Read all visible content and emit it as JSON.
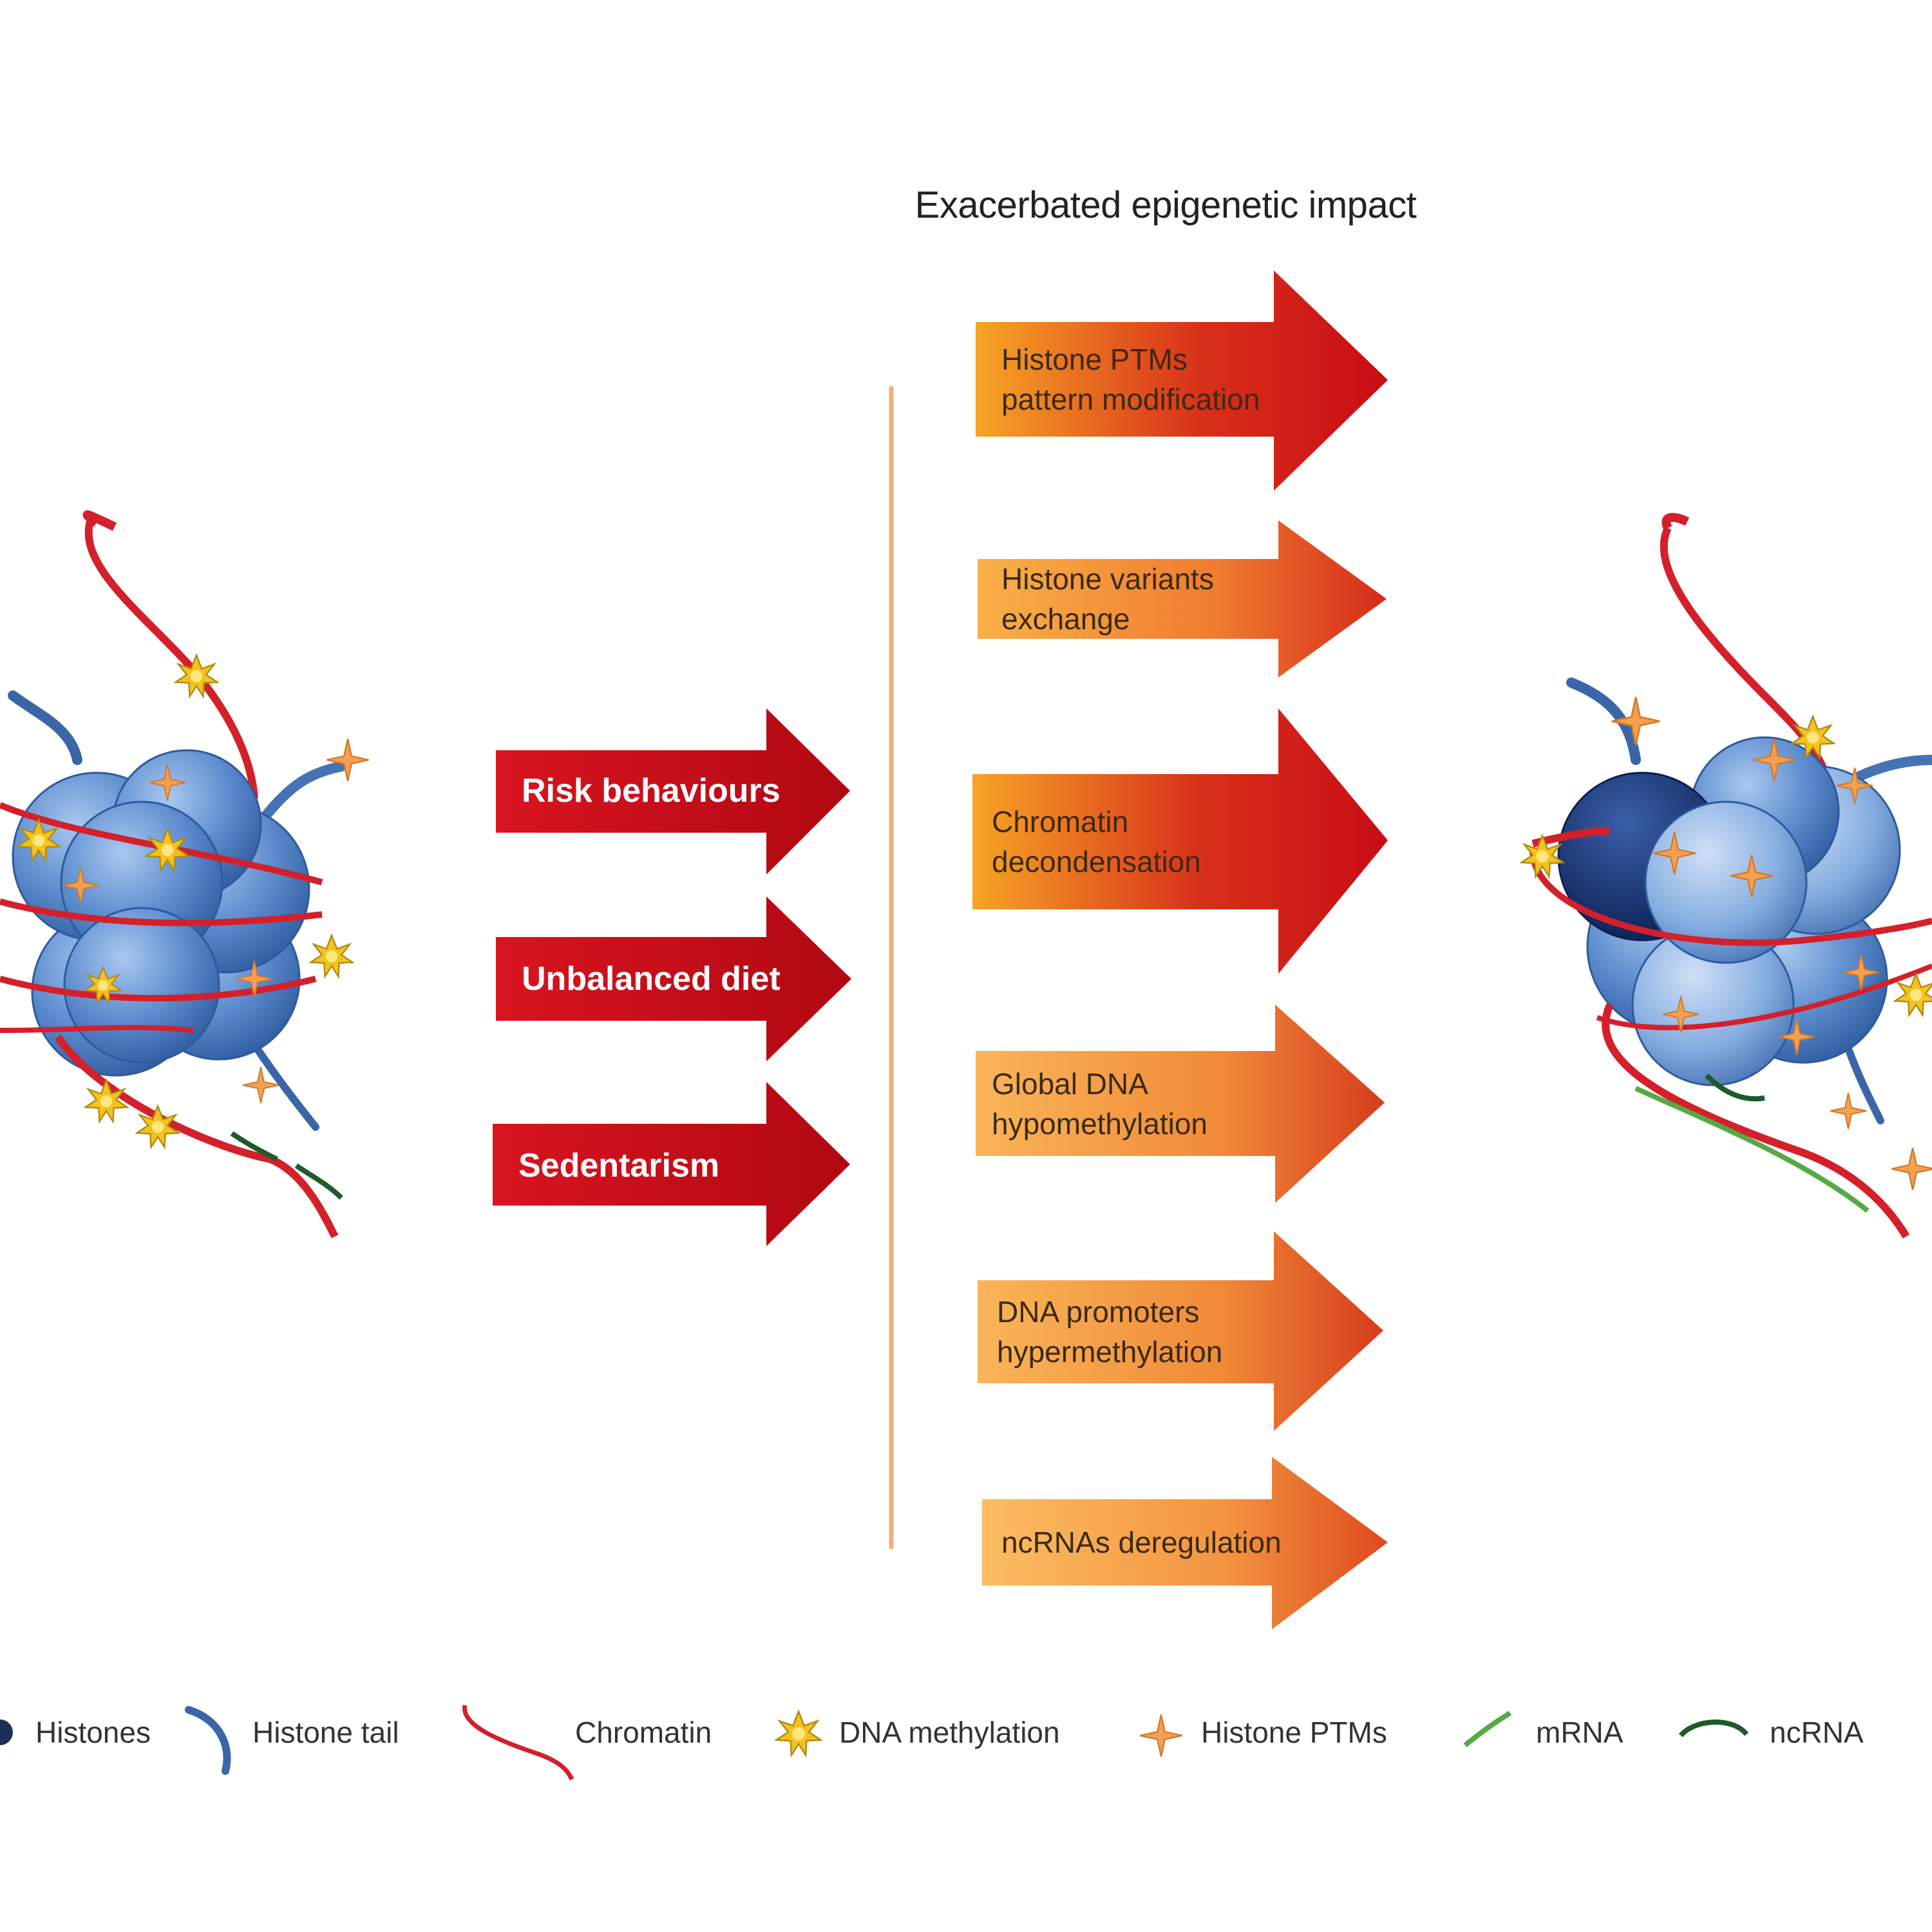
{
  "title": "Exacerbated epigenetic impact",
  "causes": [
    "Risk behaviours",
    "Unbalanced diet",
    "Sedentarism"
  ],
  "impacts": [
    [
      "Histone PTMs",
      "pattern modification"
    ],
    [
      "Histone variants",
      "exchange"
    ],
    [
      "Chromatin",
      "decondensation"
    ],
    [
      "Global DNA",
      "hypomethylation"
    ],
    [
      "DNA promoters",
      "hypermethylation"
    ],
    [
      "ncRNAs deregulation"
    ]
  ],
  "legend": [
    "Histones",
    "Histone tail",
    "Chromatin",
    "DNA methylation",
    "Histone PTMs",
    "mRNA",
    "ncRNA"
  ],
  "colors": {
    "cause_arrow": "#c8101a",
    "impact_strong": "#d01515",
    "impact_light": "#f7a23a",
    "histone": "#4f7fc0",
    "histone_dark": "#0f2a66",
    "chromatin": "#d4202a",
    "methylation": "#f0c020",
    "ptm": "#f29a4a",
    "mrna": "#55aa44",
    "ncrna": "#1f5a2a",
    "divider": "#f0b080"
  }
}
